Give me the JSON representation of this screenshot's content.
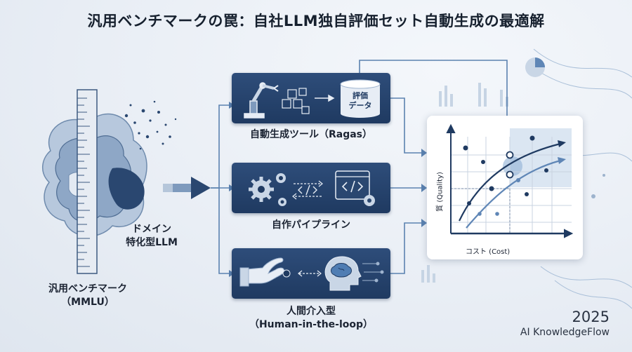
{
  "title": "汎用ベンチマークの罠：自社LLM独自評価セット自動生成の最適解",
  "left": {
    "ruler_label_line1": "汎用ベンチマーク",
    "ruler_label_line2": "（MMLU）",
    "domain_label_line1": "ドメイン",
    "domain_label_line2": "特化型LLM"
  },
  "methods": [
    {
      "label": "自動生成ツール（Ragas）",
      "icon": "robot-arm-icon",
      "data_label_1": "評価",
      "data_label_2": "データ"
    },
    {
      "label": "自作パイプライン",
      "icon": "gears-code-icon"
    },
    {
      "label_line1": "人間介入型",
      "label_line2": "（Human-in-the-loop）",
      "icon": "hand-brain-icon"
    }
  ],
  "chart": {
    "ylabel": "質 (Quality)",
    "xlabel": "コスト (Cost)"
  },
  "footer": {
    "year": "2025",
    "brand": "AI KnowledgeFlow"
  },
  "colors": {
    "navy": "#1f3a61",
    "accent_blue": "#4f7db3",
    "background": "#e9eef5"
  }
}
